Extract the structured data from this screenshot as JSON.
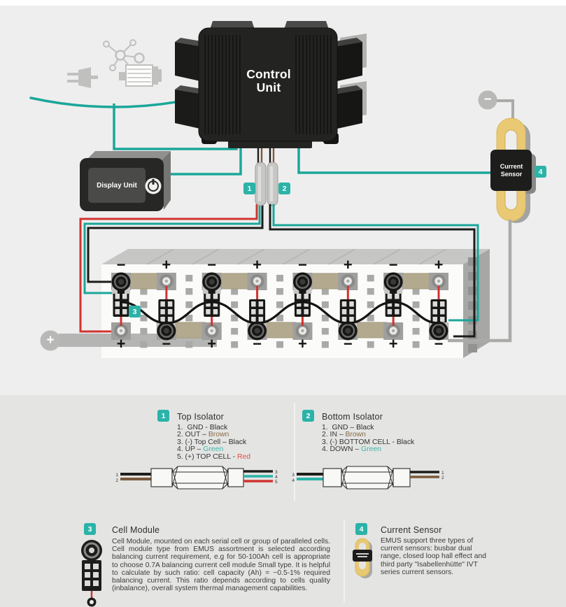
{
  "section_labels": {
    "control_unit": "Control Unit",
    "display_unit": "Display Unit",
    "current_sensor": "Current Sensor"
  },
  "badges": {
    "top_isolator": "1",
    "bottom_isolator": "2",
    "cell_module": "3",
    "current_sensor": "4"
  },
  "terminals": {
    "plus": "+",
    "minus": "−"
  },
  "battery": {
    "cells": [
      {
        "top": "−",
        "bottom": "+"
      },
      {
        "top": "+",
        "bottom": "−"
      },
      {
        "top": "−",
        "bottom": "+"
      },
      {
        "top": "+",
        "bottom": "−"
      },
      {
        "top": "−",
        "bottom": "+"
      },
      {
        "top": "+",
        "bottom": "−"
      },
      {
        "top": "−",
        "bottom": "+"
      },
      {
        "top": "+",
        "bottom": "−"
      }
    ]
  },
  "colors": {
    "teal_accent": "#2bb3a8",
    "teal_wire": "#1aa79a",
    "red_wire": "#d03430",
    "brown_wire": "#7a5a3c",
    "black_wire": "#1b1b1a",
    "busbar_yellow": "#e9c974"
  },
  "legend": {
    "top_isolator": {
      "title": "Top Isolator",
      "pins": [
        {
          "text": "1.  GND - ",
          "wire": "Black",
          "color": "#2e2e2e"
        },
        {
          "text": "2. OUT – ",
          "wire": "Brown",
          "color": "#8a6a46"
        },
        {
          "text": "3. (-) Top Cell – ",
          "wire": "Black",
          "color": "#2e2e2e"
        },
        {
          "text": "4. UP – ",
          "wire": "Green",
          "color": "#3cb6a8"
        },
        {
          "text": "5. (+) TOP CELL - ",
          "wire": "Red",
          "color": "#e04f48"
        }
      ],
      "drawing": {
        "left": [
          "1",
          "2"
        ],
        "right": [
          "3",
          "4",
          "5"
        ]
      }
    },
    "bottom_isolator": {
      "title": "Bottom Isolator",
      "pins": [
        {
          "text": "1.  GND – ",
          "wire": "Black",
          "color": "#2e2e2e"
        },
        {
          "text": "2. IN – ",
          "wire": "Brown",
          "color": "#8a6a46"
        },
        {
          "text": "3. (-) BOTTOM CELL - ",
          "wire": "Black",
          "color": "#2e2e2e"
        },
        {
          "text": "4. DOWN – ",
          "wire": "Green",
          "color": "#3cb6a8"
        }
      ],
      "drawing": {
        "left": [
          "3",
          "4"
        ],
        "right": [
          "1",
          "2"
        ]
      }
    },
    "cell_module": {
      "title": "Cell Module",
      "body": "Cell Module, mounted on each serial cell or group of paralleled cells. Cell module type from EMUS assortment is selected according balancing current requirement, e.g for 50-100Ah cell is appropriate to choose 0.7A balancing current cell module Small type. It is helpful to calculate by such ratio: cell capacity (Ah) = ~0.5-1% required balancing current. This ratio depends according to cells quality (inbalance), overall system thermal management capabilities."
    },
    "current_sensor": {
      "title": "Current Sensor",
      "body": "EMUS support three types of current sensors: busbar dual range, closed loop hall effect and third party \"Isabellenhütte\" IVT series current sensors."
    }
  }
}
